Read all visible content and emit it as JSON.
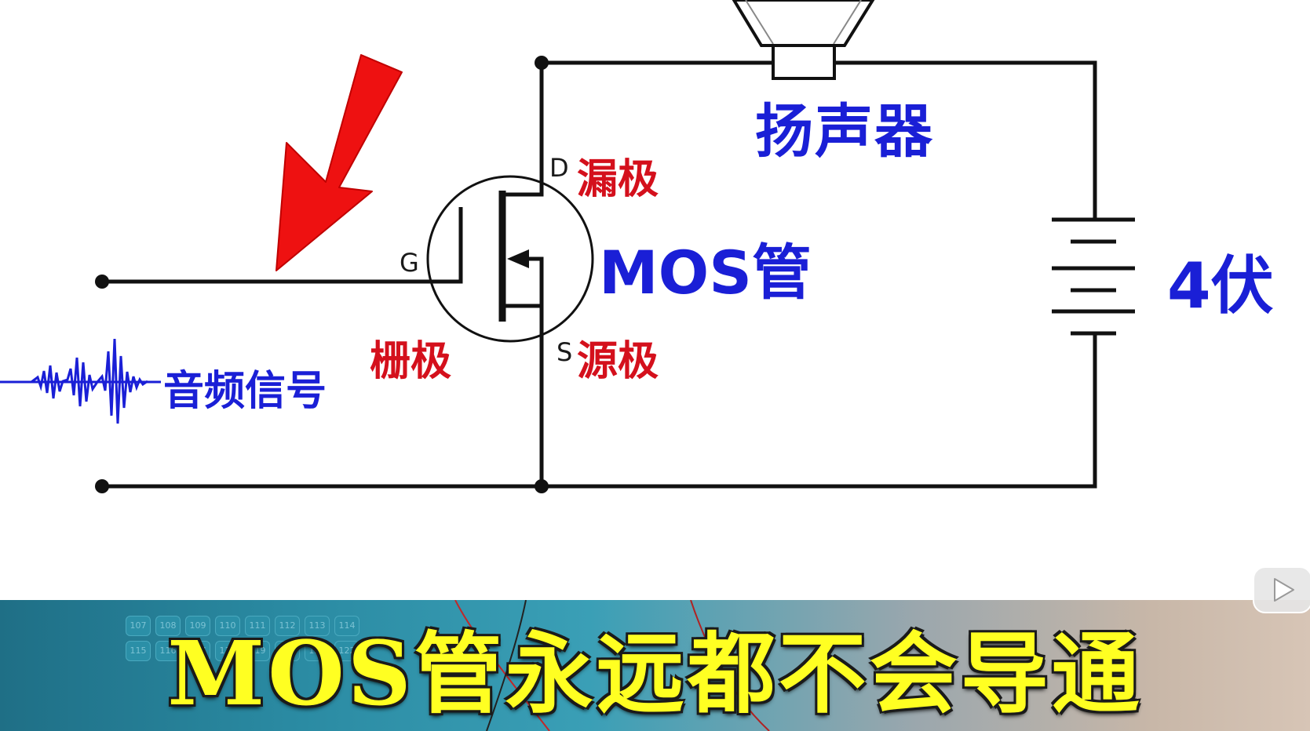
{
  "labels": {
    "speaker": "扬声器",
    "mos": "MOS管",
    "voltage": "4伏",
    "drain": "漏极",
    "source": "源极",
    "gate": "栅极",
    "audio": "音频信号"
  },
  "terminals": {
    "d": "D",
    "g": "G",
    "s": "S"
  },
  "keypad": [
    "107",
    "108",
    "109",
    "110",
    "111",
    "112",
    "113",
    "114",
    "115",
    "116",
    "117",
    "118",
    "119",
    "120",
    "121",
    "122"
  ],
  "subtitle": "MOS管永远都不会导通",
  "icons": {
    "play": "play-icon",
    "arrow": "red-arrow-icon",
    "waveform": "audio-waveform-icon",
    "speaker": "speaker-icon",
    "battery": "battery-icon"
  },
  "colors": {
    "label_blue": "#1a1fd6",
    "label_red": "#d4101c",
    "arrow": "#ee1111",
    "subtitle": "#ffff22"
  }
}
